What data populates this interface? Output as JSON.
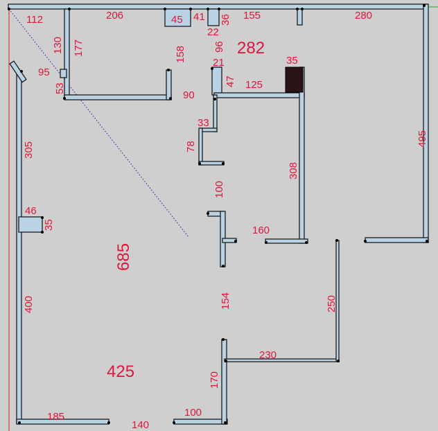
{
  "colors": {
    "background": "#cfcfcf",
    "wall_fill": "#b9d3e5",
    "wall_outline": "#1b1b1b",
    "label": "#e0153b",
    "pillar": "#2a1216",
    "guide_line": "#1a1aa0",
    "axis_red": "#cc2222",
    "axis_green": "#22aa22"
  },
  "dimensions": {
    "d112": "112",
    "d206": "206",
    "d45": "45",
    "d41": "41",
    "d22": "22",
    "d36": "36",
    "d155": "155",
    "d280": "280",
    "d130": "130",
    "d177": "177",
    "d158": "158",
    "d96": "96",
    "d282": "282",
    "d35a": "35",
    "d21": "21",
    "d95": "95",
    "d53": "53",
    "d47": "47",
    "d125": "125",
    "d90": "90",
    "d495": "495",
    "d33": "33",
    "d305": "305",
    "d78": "78",
    "d308": "308",
    "d100a": "100",
    "d46": "46",
    "d35b": "35",
    "d160": "160",
    "d685": "685",
    "d400": "400",
    "d154": "154",
    "d250": "250",
    "d230": "230",
    "d425": "425",
    "d170": "170",
    "d185": "185",
    "d100b": "100",
    "d140": "140"
  }
}
